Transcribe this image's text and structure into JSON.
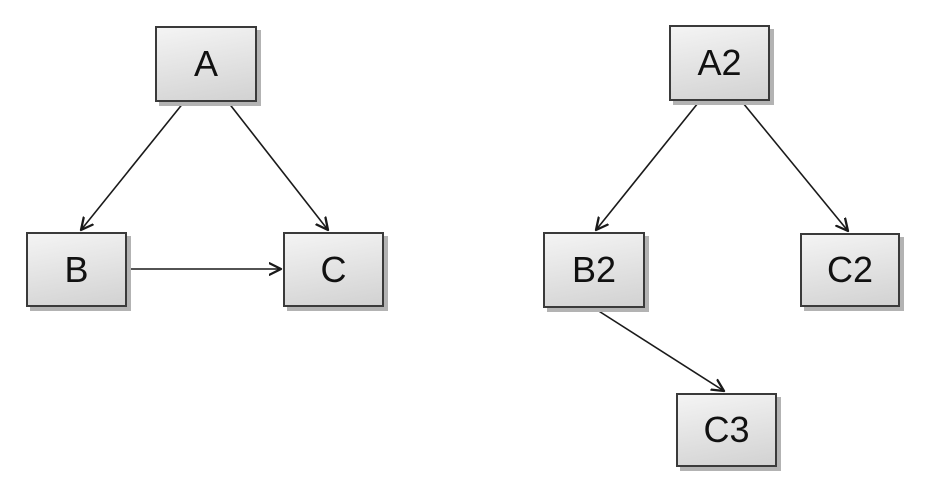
{
  "diagram_title": "",
  "colors": {
    "page_bg": "#ffffff",
    "node_border": "#3a3a3a",
    "node_fill_top": "#f4f4f4",
    "node_fill_bottom": "#d2d2d2",
    "node_shadow": "#b3b3b3",
    "edge_color": "#1a1a1a",
    "label_color": "#111111"
  },
  "nodes": {
    "A": {
      "label": "A"
    },
    "B": {
      "label": "B"
    },
    "C": {
      "label": "C"
    },
    "A2": {
      "label": "A2"
    },
    "B2": {
      "label": "B2"
    },
    "C2": {
      "label": "C2"
    },
    "C3": {
      "label": "C3"
    }
  },
  "edges": [
    {
      "from": "A",
      "to": "B"
    },
    {
      "from": "A",
      "to": "C"
    },
    {
      "from": "B",
      "to": "C"
    },
    {
      "from": "A2",
      "to": "B2"
    },
    {
      "from": "A2",
      "to": "C2"
    },
    {
      "from": "B2",
      "to": "C3"
    }
  ]
}
